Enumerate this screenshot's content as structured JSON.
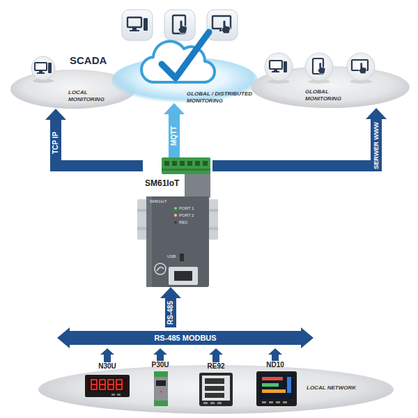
{
  "diagram": {
    "nodes": [
      {
        "text": [
          "SCADA",
          "LOCAL MONITORING"
        ]
      },
      {
        "text": [
          "GLOBAL / DISTRIBUTED MONITORING"
        ]
      },
      {
        "text": [
          "GLOBAL MONITORING"
        ]
      },
      {
        "text": [
          "SM61IoT"
        ]
      },
      {
        "text": [
          "RS-485 MODBUS"
        ]
      },
      {
        "text": [
          "LOCAL NETWORK"
        ]
      },
      {
        "text": [
          "N30U"
        ],
        "in": 5
      },
      {
        "text": [
          "P30U"
        ],
        "in": 5
      },
      {
        "text": [
          "RE92"
        ],
        "in": 5
      },
      {
        "text": [
          "ND10"
        ],
        "in": 5
      }
    ],
    "edges": [
      {
        "from": 3,
        "to": 0,
        "label": "TCP IP",
        "arrow": "to"
      },
      {
        "from": 3,
        "to": 1,
        "label": "MQTT",
        "arrow": "to"
      },
      {
        "from": 3,
        "to": 2,
        "label": "SERWER WWW",
        "arrow": "to"
      },
      {
        "from": 4,
        "to": 3,
        "label": "RS-485",
        "arrow": "to"
      },
      {
        "from": 6,
        "to": 4,
        "arrow": "to"
      },
      {
        "from": 7,
        "to": 4,
        "arrow": "to"
      },
      {
        "from": 8,
        "to": 4,
        "arrow": "to"
      },
      {
        "from": 9,
        "to": 4,
        "arrow": "to"
      }
    ],
    "labels": [
      "SM61IoT",
      "PORT 1",
      "PORT 2",
      "REC",
      "USB"
    ]
  }
}
